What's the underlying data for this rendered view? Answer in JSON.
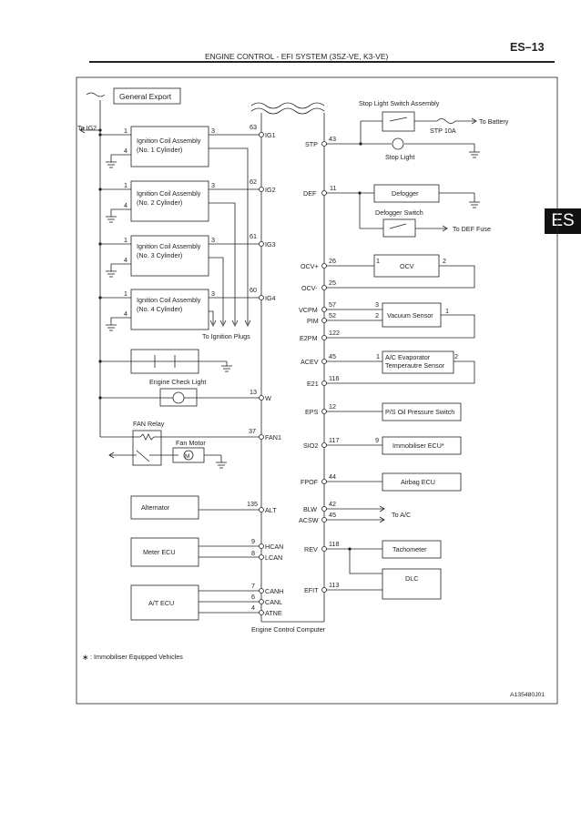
{
  "header": {
    "title": "ENGINE CONTROL - EFI SYSTEM (3SZ-VE, K3-VE)",
    "page": "ES–13",
    "tab": "ES"
  },
  "diagram": {
    "general_export_label": "General Export",
    "to_ig2": "To IG2",
    "coils": [
      {
        "label1": "Ignition Coil Assembly",
        "label2": "(No. 1 Cylinder)",
        "pin_a": "1",
        "pin_b": "4",
        "pin_c": "3",
        "ecu_pin": "63",
        "ecu_name": "IG1"
      },
      {
        "label1": "Ignition Coil Assembly",
        "label2": "(No. 2 Cylinder)",
        "pin_a": "1",
        "pin_b": "4",
        "pin_c": "3",
        "ecu_pin": "62",
        "ecu_name": "IG2"
      },
      {
        "label1": "Ignition Coil Assembly",
        "label2": "(No. 3 Cylinder)",
        "pin_a": "1",
        "pin_b": "4",
        "pin_c": "3",
        "ecu_pin": "61",
        "ecu_name": "IG3"
      },
      {
        "label1": "Ignition Coil Assembly",
        "label2": "(No. 4 Cylinder)",
        "pin_a": "1",
        "pin_b": "4",
        "pin_c": "3",
        "ecu_pin": "60",
        "ecu_name": "IG4"
      }
    ],
    "to_ignition_plugs": "To Ignition Plugs",
    "engine_check_light": "Engine Check Light",
    "w_pin": "13",
    "w_name": "W",
    "fan_relay": "FAN Relay",
    "fan_motor": "Fan Motor",
    "fan1_pin": "37",
    "fan1_name": "FAN1",
    "alternator": "Alternator",
    "alt_pin": "135",
    "alt_name": "ALT",
    "meter_ecu": "Meter ECU",
    "hcan_pin": "9",
    "hcan_name": "HCAN",
    "lcan_pin": "8",
    "lcan_name": "LCAN",
    "at_ecu": "A/T ECU",
    "canh_pin": "7",
    "canh_name": "CANH",
    "canl_pin": "6",
    "canl_name": "CANL",
    "atne_pin": "4",
    "atne_name": "ATNE",
    "ecu_caption": "Engine Control Computer",
    "stop_light_switch": "Stop Light Switch Assembly",
    "to_battery": "To Battery",
    "stp_fuse": "STP 10A",
    "stp_pin": "43",
    "stp_name": "STP",
    "stop_light": "Stop Light",
    "def_pin": "11",
    "def_name": "DEF",
    "defogger": "Defogger",
    "defogger_switch": "Defogger Switch",
    "to_def_fuse": "To DEF Fuse",
    "ocvp_pin": "26",
    "ocvp_name": "OCV+",
    "ocvm_pin": "25",
    "ocvm_name": "OCV-",
    "ocv": "OCV",
    "ocv_pin1": "1",
    "ocv_pin2": "2",
    "vcpm_pin": "57",
    "vcpm_name": "VCPM",
    "pim_pin": "52",
    "pim_name": "PIM",
    "e2pm_pin": "122",
    "e2pm_name": "E2PM",
    "vacuum_sensor": "Vacuum Sensor",
    "vs_pin3": "3",
    "vs_pin2": "2",
    "vs_pin1": "1",
    "acev_pin": "45",
    "acev_name": "ACEV",
    "e21_pin": "116",
    "e21_name": "E21",
    "ac_sensor1": "A/C Evaporator",
    "ac_sensor2": "Temperautre Sensor",
    "ac_pin1": "1",
    "ac_pin2": "2",
    "eps_pin": "12",
    "eps_name": "EPS",
    "ps_switch": "P/S Oil Pressure Switch",
    "sio2_pin": "117",
    "sio2_name": "SIO2",
    "immob_pin": "9",
    "immobiliser": "Immobiliser ECU*",
    "fpof_pin": "44",
    "fpof_name": "FPOF",
    "airbag": "Airbag ECU",
    "blw_pin": "42",
    "blw_name": "BLW",
    "acsw_pin": "45",
    "acsw_name": "ACSW",
    "to_ac": "To A/C",
    "rev_pin": "118",
    "rev_name": "REV",
    "tachometer": "Tachometer",
    "efit_pin": "113",
    "efit_name": "EFIT",
    "dlc": "DLC",
    "footnote_star": "∗",
    "footnote": ": Immobiliser Equipped Vehicles",
    "code": "A135480J01"
  }
}
